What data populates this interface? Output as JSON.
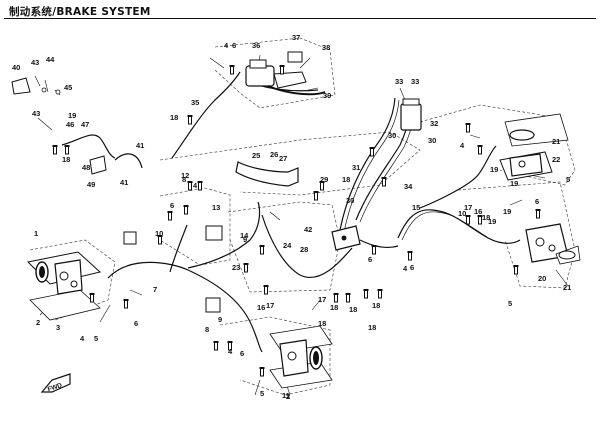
{
  "title": "制动系统/BRAKE SYSTEM",
  "fwd_label": "FWD",
  "callouts": [
    {
      "id": "c1",
      "text": "1"
    },
    {
      "id": "c2",
      "text": "2"
    },
    {
      "id": "c3",
      "text": "3"
    },
    {
      "id": "c4",
      "text": "4"
    },
    {
      "id": "c5",
      "text": "5"
    },
    {
      "id": "c6",
      "text": "6"
    },
    {
      "id": "c7",
      "text": "7"
    },
    {
      "id": "c8",
      "text": "8"
    },
    {
      "id": "c9",
      "text": "9"
    },
    {
      "id": "c10",
      "text": "10"
    },
    {
      "id": "c11",
      "text": "11"
    },
    {
      "id": "c12",
      "text": "12"
    },
    {
      "id": "c13",
      "text": "13"
    },
    {
      "id": "c14",
      "text": "14"
    },
    {
      "id": "c15",
      "text": "15"
    },
    {
      "id": "c16",
      "text": "16"
    },
    {
      "id": "c17",
      "text": "17"
    },
    {
      "id": "c18",
      "text": "18"
    },
    {
      "id": "c19",
      "text": "19"
    },
    {
      "id": "c20",
      "text": "20"
    },
    {
      "id": "c21",
      "text": "21"
    },
    {
      "id": "c22",
      "text": "22"
    },
    {
      "id": "c23",
      "text": "23"
    },
    {
      "id": "c24",
      "text": "24"
    },
    {
      "id": "c25",
      "text": "25"
    },
    {
      "id": "c26",
      "text": "26"
    },
    {
      "id": "c27",
      "text": "27"
    },
    {
      "id": "c28",
      "text": "28"
    },
    {
      "id": "c29",
      "text": "29"
    },
    {
      "id": "c30",
      "text": "30"
    },
    {
      "id": "c31",
      "text": "31"
    },
    {
      "id": "c32",
      "text": "32"
    },
    {
      "id": "c33",
      "text": "33"
    },
    {
      "id": "c34",
      "text": "34"
    },
    {
      "id": "c35",
      "text": "35"
    },
    {
      "id": "c36",
      "text": "36"
    },
    {
      "id": "c37",
      "text": "37"
    },
    {
      "id": "c38",
      "text": "38"
    },
    {
      "id": "c39",
      "text": "39"
    },
    {
      "id": "c40",
      "text": "40"
    },
    {
      "id": "c41",
      "text": "41"
    },
    {
      "id": "c42",
      "text": "42"
    },
    {
      "id": "c43",
      "text": "43"
    },
    {
      "id": "c44",
      "text": "44"
    },
    {
      "id": "c45",
      "text": "45"
    },
    {
      "id": "c46",
      "text": "46"
    },
    {
      "id": "c47",
      "text": "47"
    },
    {
      "id": "c48",
      "text": "48"
    },
    {
      "id": "c49",
      "text": "49"
    }
  ]
}
